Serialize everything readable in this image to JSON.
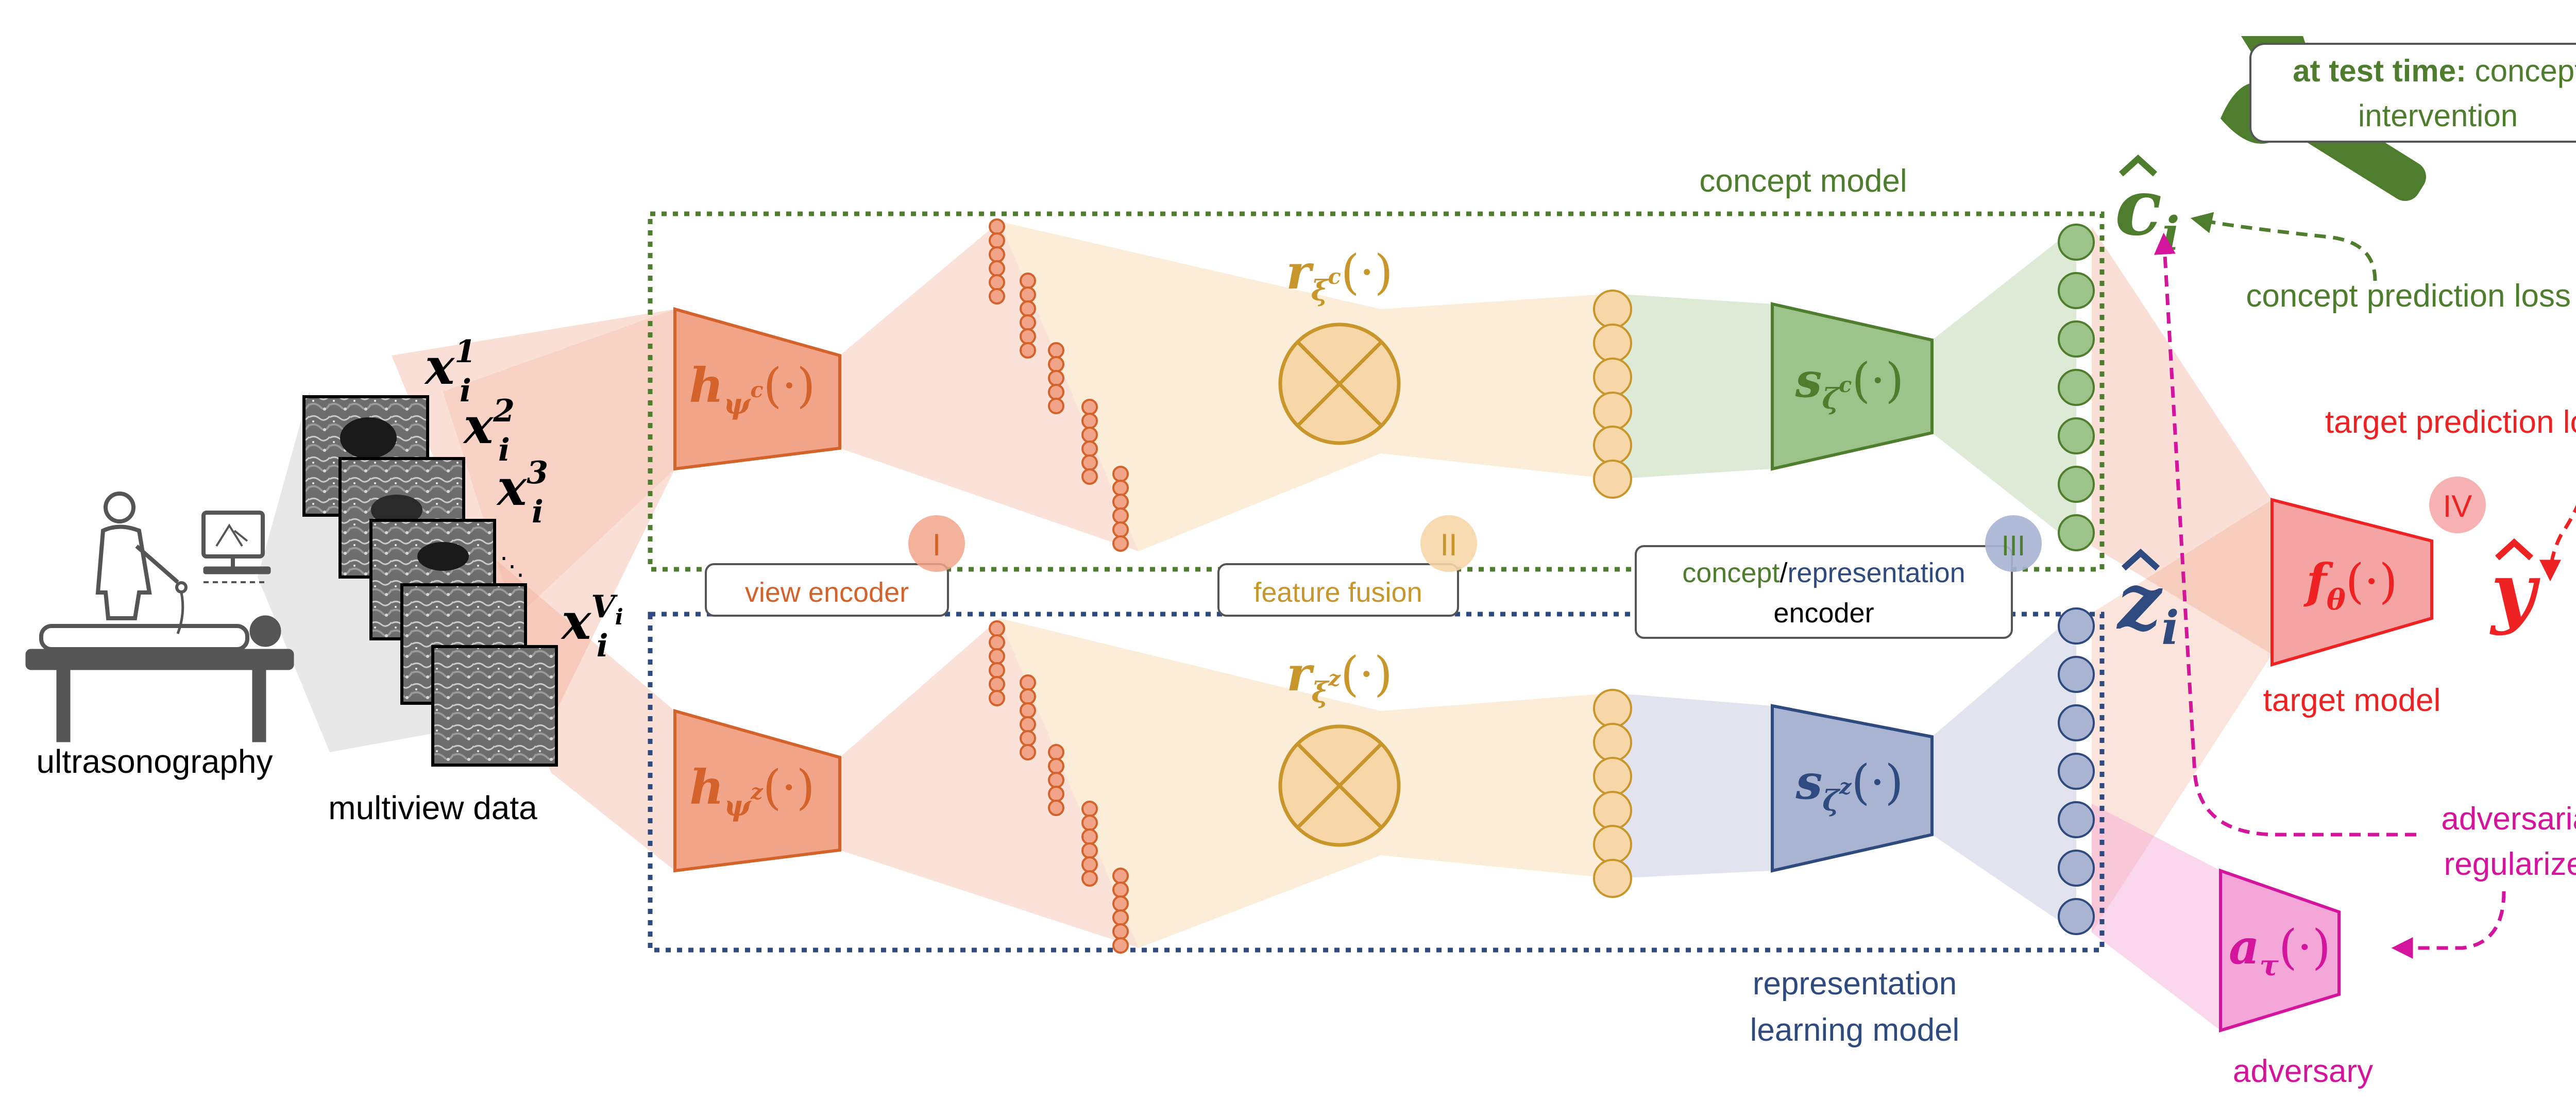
{
  "colors": {
    "orange": "#D4622B",
    "orange_fill": "#F2A489",
    "gold": "#C8962A",
    "gold_fill": "#F7D6A8",
    "green": "#4E7D2D",
    "green_fill": "#9CC48A",
    "navy": "#2F4A7F",
    "navy_fill": "#A9B3D2",
    "red": "#EE2222",
    "magenta": "#D4149C",
    "gray": "#555555"
  },
  "left": {
    "ultrasonography_label": "ultrasonography",
    "multiview_label": "multiview data",
    "view_labels": [
      {
        "base": "x",
        "sub": "i",
        "sup": "1"
      },
      {
        "base": "x",
        "sub": "i",
        "sup": "2"
      },
      {
        "base": "x",
        "sub": "i",
        "sup": "3"
      },
      {
        "base": "x",
        "sub": "i",
        "sup": "V",
        "sup_sub": "i"
      }
    ]
  },
  "boxes": {
    "concept_model_label": "concept model",
    "representation_model_label_line1": "representation",
    "representation_model_label_line2": "learning model"
  },
  "stages": {
    "view_encoder": {
      "label": "view encoder",
      "numeral": "I"
    },
    "feature_fusion": {
      "label": "feature fusion",
      "numeral": "II"
    },
    "encoder": {
      "label_part1": "concept",
      "label_sep": "/",
      "label_part2": "representation",
      "label_line2": "encoder",
      "numeral": "III"
    },
    "target": {
      "numeral": "IV"
    }
  },
  "functions": {
    "h_c": {
      "base": "h",
      "sub": "ψ",
      "subsup": "c",
      "arg": "(·)"
    },
    "h_z": {
      "base": "h",
      "sub": "ψ",
      "subsup": "z",
      "arg": "(·)"
    },
    "r_c": {
      "base": "r",
      "sub": "ξ",
      "subsup": "c",
      "arg": "(·)"
    },
    "r_z": {
      "base": "r",
      "sub": "ξ",
      "subsup": "z",
      "arg": "(·)"
    },
    "s_c": {
      "base": "s",
      "sub": "ζ",
      "subsup": "c",
      "arg": "(·)"
    },
    "s_z": {
      "base": "s",
      "sub": "ζ",
      "subsup": "z",
      "arg": "(·)"
    },
    "f": {
      "base": "f",
      "sub": "θ",
      "arg": "(·)"
    },
    "a": {
      "base": "a",
      "sub": "τ",
      "arg": "(·)"
    }
  },
  "outputs": {
    "c_hat": {
      "base": "c",
      "sub": "i"
    },
    "z_hat": {
      "base": "z",
      "sub": "i"
    },
    "y_hat": {
      "base": "y"
    }
  },
  "right": {
    "test_time_bold": "at test time:",
    "test_time_rest": " concept",
    "test_time_line2": "intervention",
    "concept_loss": "concept prediction loss",
    "target_loss": "target prediction loss",
    "target_model": "target model",
    "adversarial_line1": "adversarial",
    "adversarial_line2": "regularizer",
    "adversary": "adversary"
  }
}
